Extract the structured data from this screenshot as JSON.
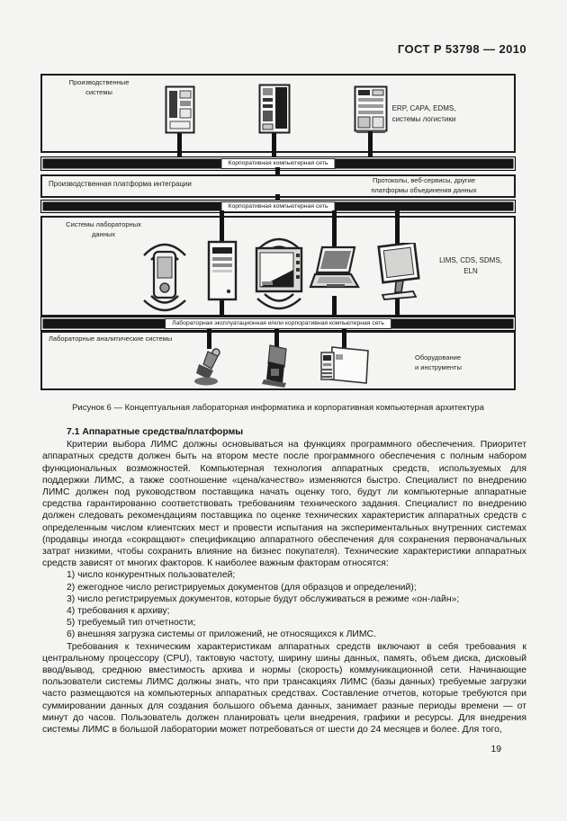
{
  "header": {
    "title": "ГОСТ Р 53798 — 2010"
  },
  "figure": {
    "caption": "Рисунок 6 — Концептуальная лабораторная информатика и корпоративная компьютерная архитектура",
    "production_box": {
      "label": "Производственные\nсистемы",
      "side_text": "ERP, CAPA, EDMS,\nсистемы логистики"
    },
    "network_bar_corporate": "Корпоративная компьютерная сеть",
    "integration_box": {
      "label": "Производственная платформа интеграции",
      "side_text": "Протоколы, веб-сервисы, другие\nплатформы объединения данных"
    },
    "lab_data_box": {
      "label": "Системы лабораторных\nданных",
      "side_text": "LIMS, CDS, SDMS,\nELN"
    },
    "network_bar_lab": "Лабораторная эксплуатационная и/или корпоративная компьютерная сеть",
    "lab_analytical_box": {
      "label": "Лабораторные аналитические системы",
      "side_text": "Оборудование\nи инструменты"
    }
  },
  "content": {
    "section_heading": "7.1 Аппаратные средства/платформы",
    "paragraph_1": "Критерии выбора ЛИМС должны основываться на функциях программного обеспечения. Приоритет аппаратных средств должен быть на втором месте после программного обеспечения с полным набором функциональных возможностей. Компьютерная технология аппаратных средств, используемых для поддержки ЛИМС, а также соотношение «цена/качество» изменяются быстро. Специалист по внедрению ЛИМС должен под руководством поставщика начать оценку того, будут ли компьютерные аппаратные средства гарантированно соответствовать требованиям технического задания. Специалист по внедрению должен следовать рекомендациям поставщика по оценке технических характеристик аппаратных средств с определенным числом клиентских мест и провести испытания на экспериментальных внутренних системах (продавцы иногда «сокращают» спецификацию аппаратного обеспечения для сохранения первоначальных затрат низкими, чтобы сохранить влияние на бизнес покупателя). Технические характеристики аппаратных средств зависят от многих факторов. К наиболее важным факторам относятся:",
    "list_items": [
      "1) число конкурентных пользователей;",
      "2) ежегодное число регистрируемых документов (для образцов и определений);",
      "3) число регистрируемых документов, которые будут обслуживаться в режиме «он-лайн»;",
      "4) требования к архиву;",
      "5) требуемый тип отчетности;",
      "6) внешняя загрузка системы от приложений, не относящихся к ЛИМС."
    ],
    "paragraph_2": "Требования к техническим характеристикам аппаратных средств включают в себя требования к центральному процессору (CPU), тактовую частоту, ширину шины данных, память, объем диска, дисковый ввод/вывод, среднюю вместимость архива и нормы (скорость) коммуникационной сети. Начинающие пользователи системы ЛИМС должны знать, что при трансакциях ЛИМС (базы данных) требуемые загрузки часто размещаются на компьютерных аппаратных средствах. Составление отчетов, которые требуются при суммировании данных для создания большого объема данных, занимает разные периоды времени — от минут до часов. Пользователь должен планировать цели внедрения, графики и ресурсы. Для внедрения системы ЛИМС в большой лаборатории может потребоваться от шести до 24 месяцев и более. Для того,"
  },
  "footer": {
    "page_number": "19"
  }
}
